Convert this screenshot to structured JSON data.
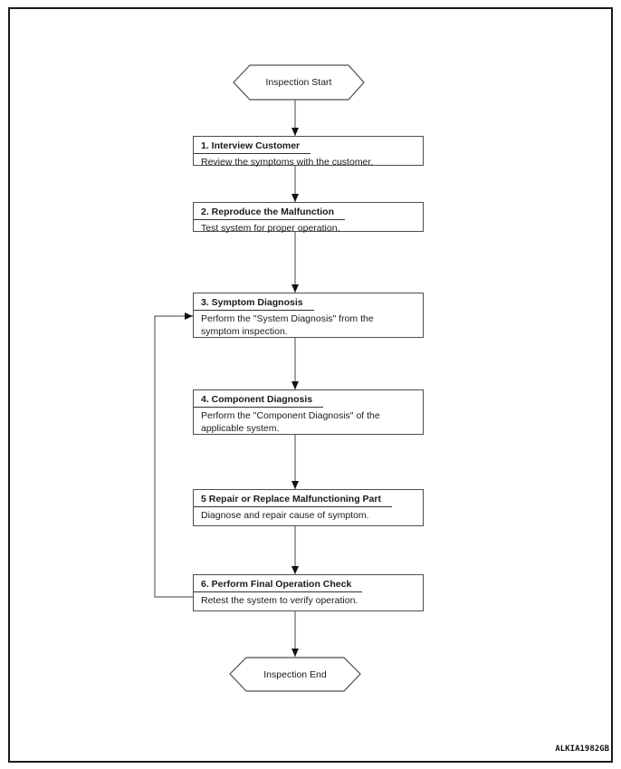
{
  "figure_code": "ALKIA1982GB",
  "colors": {
    "background": "#ffffff",
    "outer_border": "#1a1a1a",
    "box_border": "#4d4d4d",
    "connector_line": "#666666",
    "arrowhead": "#111111",
    "text": "#1a1a1a"
  },
  "flowchart": {
    "start": "Inspection Start",
    "end": "Inspection End",
    "steps": [
      {
        "title": "1. Interview Customer",
        "body": "Review the symptoms with the customer."
      },
      {
        "title": "2. Reproduce the Malfunction",
        "body": "Test system for proper operation."
      },
      {
        "title": "3. Symptom Diagnosis",
        "body": "Perform the \"System Diagnosis\" from the\nsymptom inspection."
      },
      {
        "title": "4. Component Diagnosis",
        "body": "Perform the \"Component Diagnosis\" of the\napplicable system."
      },
      {
        "title": "5 Repair or Replace Malfunctioning Part",
        "body": "Diagnose and repair cause of symptom."
      },
      {
        "title": "6. Perform Final Operation Check",
        "body": "Retest the system to verify operation."
      }
    ]
  }
}
